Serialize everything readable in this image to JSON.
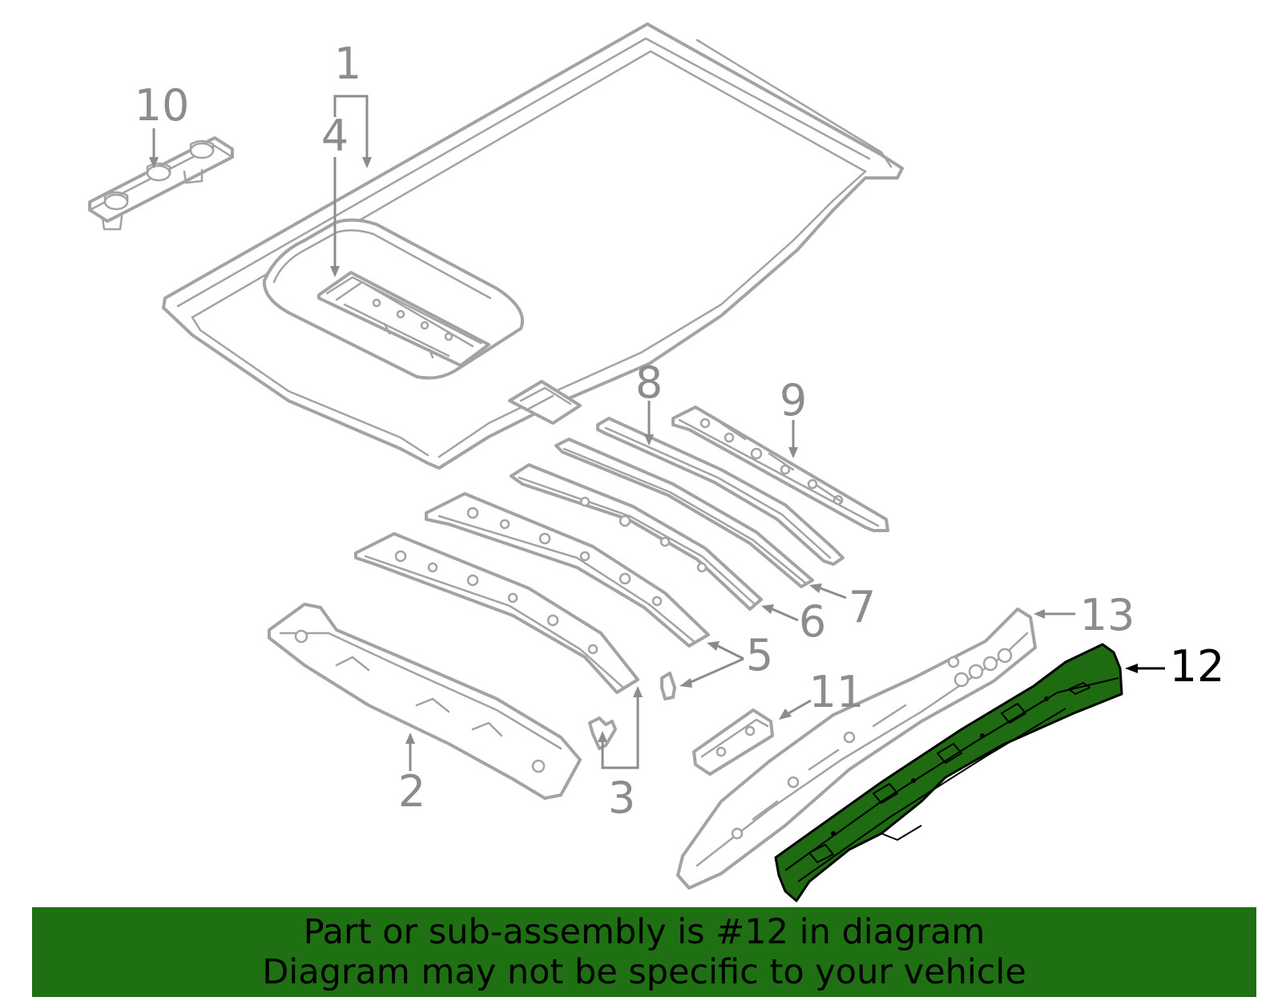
{
  "callouts": {
    "c1": "1",
    "c2": "2",
    "c3": "3",
    "c4": "4",
    "c5": "5",
    "c6": "6",
    "c7": "7",
    "c8": "8",
    "c9": "9",
    "c10": "10",
    "c11": "11",
    "c12": "12",
    "c13": "13"
  },
  "highlight": {
    "part_number": "12",
    "color": "#1e7012"
  },
  "banner": {
    "line1": "Part or sub-assembly is #12 in diagram",
    "line2": "Diagram may not be specific to your vehicle"
  }
}
